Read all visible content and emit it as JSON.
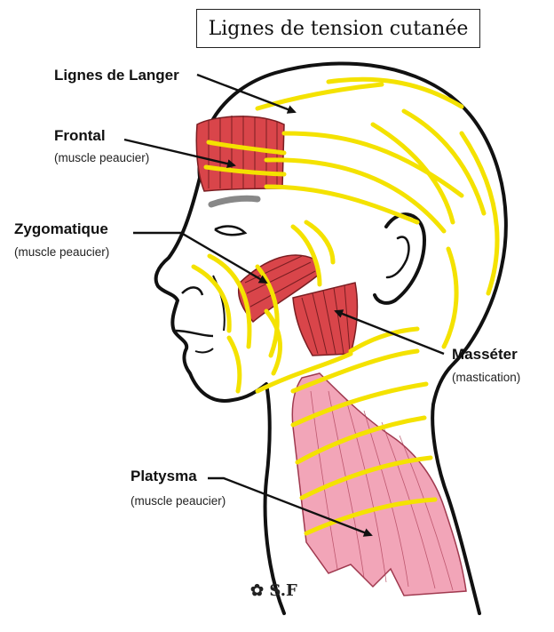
{
  "title": "Lignes de tension cutanée",
  "labels": {
    "langer": {
      "name": "Lignes de Langer"
    },
    "frontal": {
      "name": "Frontal",
      "note": "(muscle peaucier)"
    },
    "zygomatique": {
      "name": "Zygomatique",
      "note": "(muscle peaucier)"
    },
    "masseter": {
      "name": "Masséter",
      "note": "(mastication)"
    },
    "platysma": {
      "name": "Platysma",
      "note": "(muscle peaucier)"
    }
  },
  "signature": "S.F",
  "colors": {
    "tension_lines": "#f4e200",
    "muscle_red": "#d9454a",
    "platysma_pink": "#f2a5b8",
    "outline": "#111111"
  }
}
